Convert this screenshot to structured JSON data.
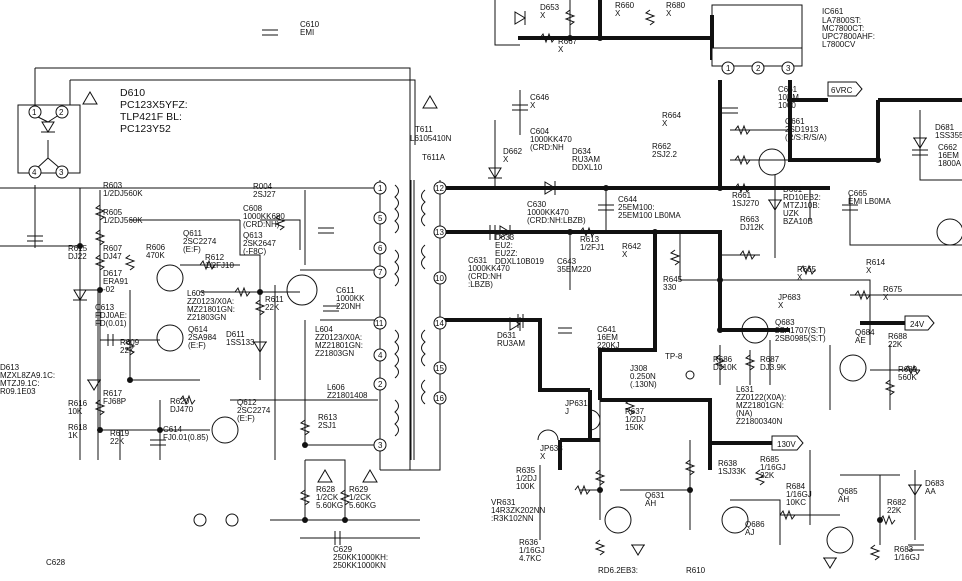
{
  "schematic": {
    "ic": {
      "ref": "IC661",
      "parts": [
        "LA7800ST:",
        "MC7800CT:",
        "UPC7800AHF:",
        "L7800CV"
      ],
      "pins": [
        "1",
        "2",
        "3"
      ]
    },
    "optocoupler": {
      "ref": "D610",
      "parts": [
        "PC123X5YFZ:",
        "TLP421F BL:",
        "PC123Y52"
      ],
      "pins": [
        "1",
        "2",
        "3",
        "4"
      ]
    },
    "transformer": {
      "ref": "T611",
      "part": "L6105410N",
      "tap": "T611A",
      "pins": [
        "1",
        "5",
        "6",
        "7",
        "11",
        "4",
        "2",
        "3"
      ],
      "secondary_pins": [
        "12",
        "13",
        "10",
        "14",
        "15",
        "16"
      ]
    },
    "labels": [
      {
        "id": "C610",
        "text": "C610",
        "sub": "EMI"
      },
      {
        "id": "D653",
        "text": "D653",
        "sub": "X"
      },
      {
        "id": "R660",
        "text": "R660",
        "sub": "X"
      },
      {
        "id": "R680",
        "text": "R680",
        "sub": "X"
      },
      {
        "id": "R667",
        "text": "R667",
        "sub": "X"
      },
      {
        "id": "C646",
        "text": "C646",
        "sub": "X"
      },
      {
        "id": "R664",
        "text": "R664",
        "sub": "X"
      },
      {
        "id": "C604",
        "text": "C604",
        "sub": "1000KK470",
        "sub2": "(CRD:NH",
        ":LBZB)": ""
      },
      {
        "id": "R662",
        "text": "R662",
        "sub": "2SJ2.2"
      },
      {
        "id": "D662",
        "text": "D662",
        "sub": "X"
      },
      {
        "id": "D634",
        "text": "D634",
        "sub": "RU3AM",
        "sub2": "DDXL10"
      },
      {
        "id": "C661",
        "text": "C661",
        "sub": "10EM",
        "sub2": "1000"
      },
      {
        "id": "Q661",
        "text": "Q661",
        "sub": "2SD1913",
        "sub2": "(R/S:R/S/A)"
      },
      {
        "id": "D681",
        "text": "D681",
        "sub": "1SS355"
      },
      {
        "id": "C662",
        "text": "C662",
        "sub": "16EM",
        "sub2": "1800A"
      },
      {
        "id": "R603",
        "text": "R603",
        "sub": "1/2DJ560K"
      },
      {
        "id": "R605",
        "text": "R605",
        "sub": "1/2DJ560K"
      },
      {
        "id": "R004",
        "text": "R004",
        "sub": "2SJ27"
      },
      {
        "id": "C608",
        "text": "C608",
        "sub": "1000KK680",
        "sub2": "(CRD:NH)"
      },
      {
        "id": "Q613",
        "text": "Q613",
        "sub": "2SK2647",
        "sub2": "(-F8C)"
      },
      {
        "id": "C644",
        "text": "C644",
        "sub": "25EM100:",
        "sub2": "25EM100 LB0MA"
      },
      {
        "id": "R661",
        "text": "R661",
        "sub": "1SJ270"
      },
      {
        "id": "D661",
        "text": "D661",
        "sub": "RD10EB2:",
        "sub2": "MTZJ10B:",
        "sub3": "UZK",
        "sub4": "BZA10B"
      },
      {
        "id": "C665",
        "text": "C665",
        "sub": "EMI LB0MA"
      },
      {
        "id": "C630",
        "text": "C630",
        "sub": "1000KK470",
        "sub2": "(CRD:NH:LBZB)"
      },
      {
        "id": "R663",
        "text": "R663",
        "sub": "DJ12K"
      },
      {
        "id": "R607",
        "text": "R607",
        "sub": "DJ47"
      },
      {
        "id": "R615",
        "text": "R615",
        "sub": "DJ22"
      },
      {
        "id": "Q611",
        "text": "Q611",
        "sub": "2SC2274",
        "sub2": "(E:F)"
      },
      {
        "id": "R606",
        "text": "R606",
        "sub": "470K"
      },
      {
        "id": "R612",
        "text": "R612",
        "sub": "1/2FJ10"
      },
      {
        "id": "C611",
        "text": "C611",
        "sub": "1000KK",
        "sub2": "220NH"
      },
      {
        "id": "D633",
        "text": "D633",
        "sub": "EU2:",
        "sub2": "EU2Z:",
        "sub3": "DDXL10B019"
      },
      {
        "id": "R613",
        "text": "R613",
        "sub": "1/2FJ1"
      },
      {
        "id": "C643",
        "text": "C643",
        "sub": "35EM220"
      },
      {
        "id": "R642",
        "text": "R642",
        "sub": "X"
      },
      {
        "id": "D617",
        "text": "D617",
        "sub": "ERA91",
        "sub2": "-02"
      },
      {
        "id": "L603",
        "text": "L603",
        "sub": "ZZ0123/X0A:",
        "sub2": "MZ21801GN:",
        "sub3": "Z21803GN"
      },
      {
        "id": "R611",
        "text": "R611",
        "sub": "22K"
      },
      {
        "id": "C631",
        "text": "C631",
        "sub": "1000KK470",
        "sub2": "(CRD:NH",
        "sub3": ":LBZB)"
      },
      {
        "id": "R645",
        "text": "R645",
        "sub": "330"
      },
      {
        "id": "R665",
        "text": "R665",
        "sub": "X"
      },
      {
        "id": "R614",
        "text": "R614",
        "sub": "X"
      },
      {
        "id": "R675",
        "text": "R675",
        "sub": "X"
      },
      {
        "id": "JP683",
        "text": "JP683",
        "sub": "X"
      },
      {
        "id": "C613",
        "text": "C613",
        "sub": "FDJ0AE:",
        "sub2": "FD(0.01)"
      },
      {
        "id": "Q614",
        "text": "Q614",
        "sub": "2SA984",
        "sub2": "(E:F)"
      },
      {
        "id": "R609",
        "text": "R609",
        "sub": "22K"
      },
      {
        "id": "D611",
        "text": "D611",
        "sub": "1SS133"
      },
      {
        "id": "L604",
        "text": "L604",
        "sub": "ZZ0123/X0A:",
        "sub2": "MZ21801GN:",
        "sub3": "Z21803GN"
      },
      {
        "id": "D631",
        "text": "D631",
        "sub": "RU3AM"
      },
      {
        "id": "C641",
        "text": "C641",
        "sub": "16EM",
        "sub2": "220KJ"
      },
      {
        "id": "Q683",
        "text": "Q683",
        "sub": "2SA1707(S:T)",
        "sub2": "2SB0985(S:T)"
      },
      {
        "id": "Q684",
        "text": "Q684",
        "sub": "AE"
      },
      {
        "id": "R688",
        "text": "R688",
        "sub": "22K"
      },
      {
        "id": "R686",
        "text": "R686",
        "sub": "DJ10K"
      },
      {
        "id": "R687",
        "text": "R687",
        "sub": "DJ3.9K"
      },
      {
        "id": "R689",
        "text": "R689",
        "sub": "560K"
      },
      {
        "id": "D613",
        "text": "D613",
        "sub": "MZXL8ZA9.1C:",
        "sub2": "MTZJ9.1C:",
        "sub3": "R09.1E03"
      },
      {
        "id": "R617",
        "text": "R617",
        "sub": "FJ68P"
      },
      {
        "id": "R616",
        "text": "R616",
        "sub": "10K"
      },
      {
        "id": "R618",
        "text": "R618",
        "sub": "1K"
      },
      {
        "id": "R620",
        "text": "R620",
        "sub": "DJ470"
      },
      {
        "id": "R619",
        "text": "R619",
        "sub": "22K"
      },
      {
        "id": "C614",
        "text": "C614",
        "sub": "FJ0.01(0.85)"
      },
      {
        "id": "Q612",
        "text": "Q612",
        "sub": "2SC2274",
        "sub2": "(E:F)"
      },
      {
        "id": "L606",
        "text": "L606",
        "sub": "Z21801408"
      },
      {
        "id": "R613b",
        "text": "R613",
        "sub": "2SJ1"
      },
      {
        "id": "TP8",
        "text": "TP-8"
      },
      {
        "id": "J308",
        "text": "J308",
        "sub": "0.250N",
        "sub2": "(.130N)"
      },
      {
        "id": "L631",
        "text": "L631",
        "sub": "ZZ0122(X0A):",
        "sub2": "MZ21801GN:",
        "sub3": "(NA)",
        "sub4": "Z21800340N"
      },
      {
        "id": "JP631",
        "text": "JP631",
        "sub": "J"
      },
      {
        "id": "R637",
        "text": "R637",
        "sub": "1/2DJ",
        "sub2": "150K"
      },
      {
        "id": "JP633",
        "text": "JP633",
        "sub": "X"
      },
      {
        "id": "R638",
        "text": "R638",
        "sub": "1SJ33K"
      },
      {
        "id": "R685",
        "text": "R685",
        "sub": "1/16GJ",
        "sub2": "22K"
      },
      {
        "id": "R684",
        "text": "R684",
        "sub": "1/16GJ",
        "sub2": "10KC"
      },
      {
        "id": "Q685",
        "text": "Q685",
        "sub": "AH"
      },
      {
        "id": "D683",
        "text": "D683",
        "sub": "AA"
      },
      {
        "id": "R682",
        "text": "R682",
        "sub": "22K"
      },
      {
        "id": "R635",
        "text": "R635",
        "sub": "1/2DJ",
        "sub2": "100K"
      },
      {
        "id": "VR631",
        "text": "VR631",
        "sub": "14R3ZK202NN",
        "sub2": ":R3K102NN"
      },
      {
        "id": "Q631",
        "text": "Q631",
        "sub": "AH"
      },
      {
        "id": "Q686",
        "text": "Q686",
        "sub": "AJ"
      },
      {
        "id": "R628",
        "text": "R628",
        "sub": "1/2CK",
        "sub2": "5.60KG"
      },
      {
        "id": "R629",
        "text": "R629",
        "sub": "1/2CK",
        "sub2": "5.60KG"
      },
      {
        "id": "C629",
        "text": "C629",
        "sub": "250KK1000KH:",
        "sub2": "250KK1000KN"
      },
      {
        "id": "R636",
        "text": "R636",
        "sub": "1/16GJ",
        "sub2": "4.7KC"
      },
      {
        "id": "RD6",
        "text": "RD6.2EB3:"
      },
      {
        "id": "R683",
        "text": "R683",
        "sub": "1/16GJ"
      },
      {
        "id": "C628",
        "text": "C628"
      },
      {
        "id": "R610",
        "text": "R610"
      }
    ],
    "rails": [
      {
        "id": "6vrc",
        "text": "6VRC"
      },
      {
        "id": "24v",
        "text": "24V"
      },
      {
        "id": "130v",
        "text": "130V"
      }
    ]
  }
}
